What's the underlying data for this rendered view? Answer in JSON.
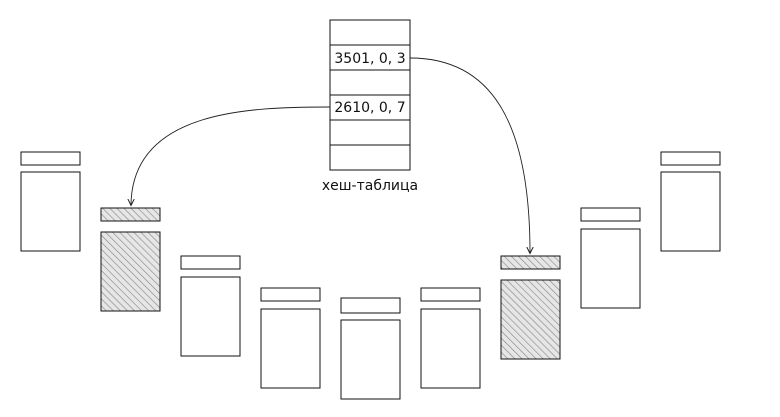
{
  "hash_table": {
    "caption": "хеш-таблица",
    "rows": [
      "",
      "3501, 0, 3",
      "",
      "2610, 0, 7",
      "",
      "",
      ""
    ]
  },
  "buffers": [
    {
      "id": "buf-1",
      "highlighted": false
    },
    {
      "id": "buf-2",
      "highlighted": true
    },
    {
      "id": "buf-3",
      "highlighted": false
    },
    {
      "id": "buf-4",
      "highlighted": false
    },
    {
      "id": "buf-5",
      "highlighted": false
    },
    {
      "id": "buf-6",
      "highlighted": false
    },
    {
      "id": "buf-7",
      "highlighted": true
    },
    {
      "id": "buf-8",
      "highlighted": false
    },
    {
      "id": "buf-9",
      "highlighted": false
    }
  ],
  "links": [
    {
      "from_row": 1,
      "to_buffer": "buf-7"
    },
    {
      "from_row": 3,
      "to_buffer": "buf-2"
    }
  ],
  "colors": {
    "stroke": "#111111",
    "hatch": "#8a8a8a",
    "highlight_fill": "#e2e2e2"
  }
}
